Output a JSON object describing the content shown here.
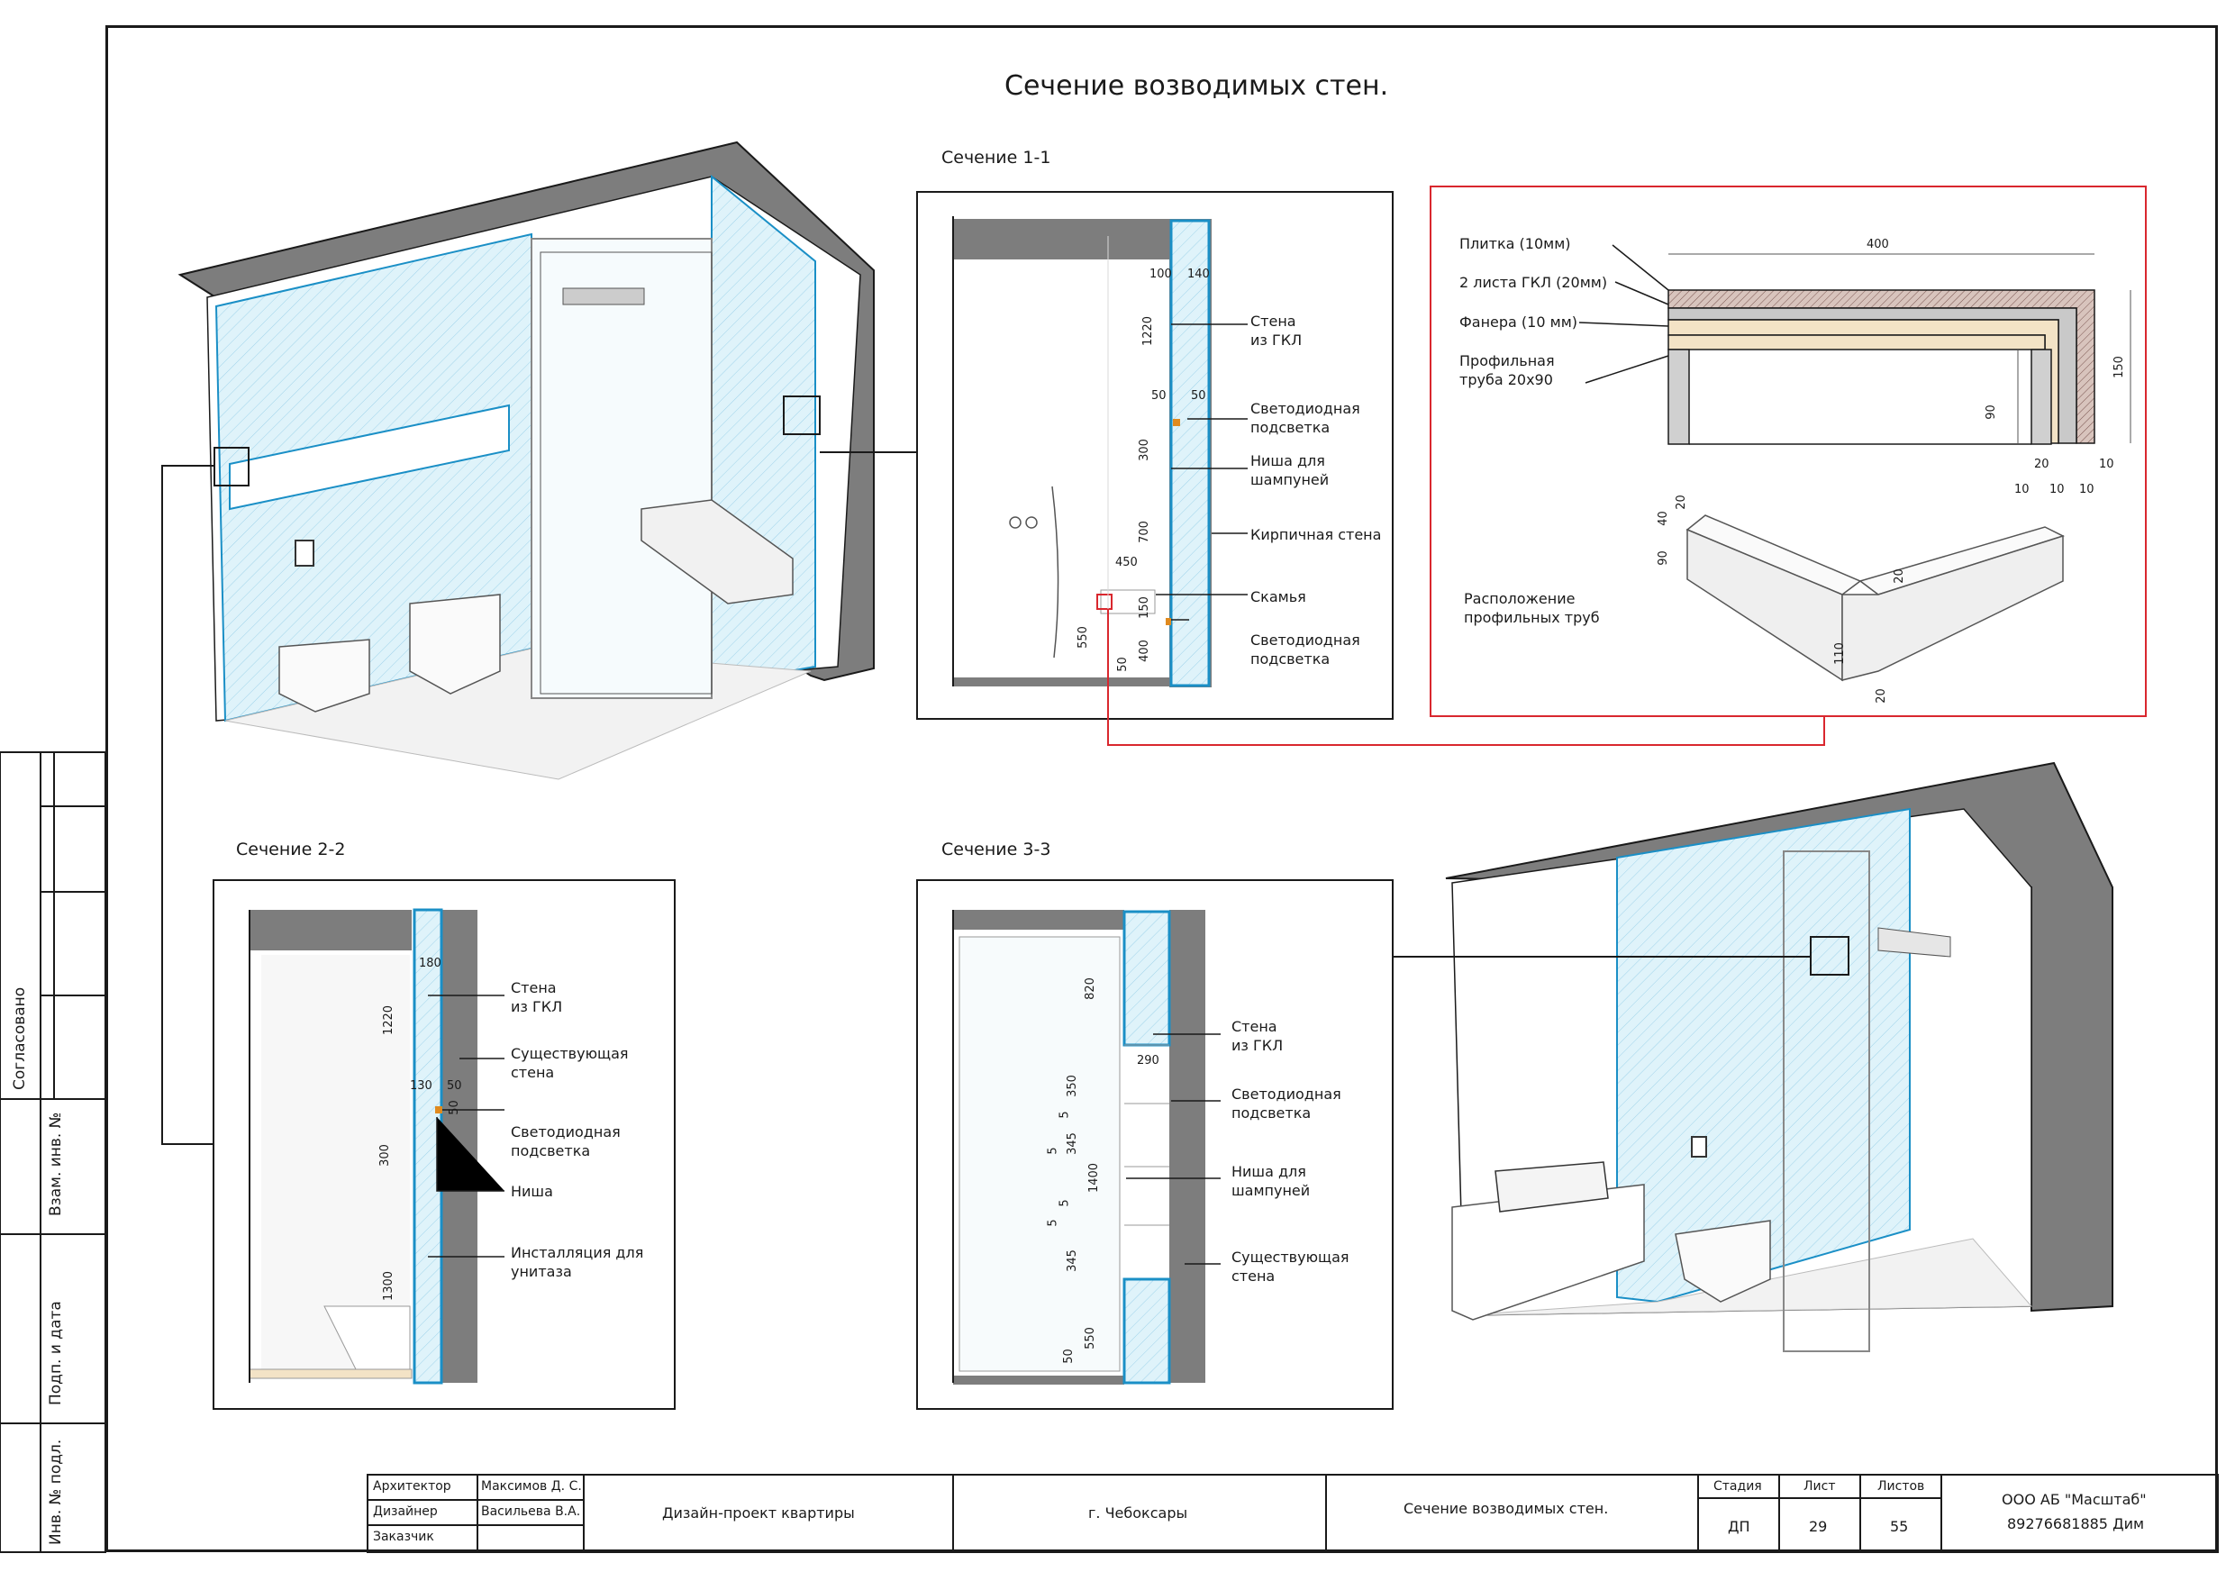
{
  "sheet": {
    "title": "Сечение возводимых стен."
  },
  "section_1": {
    "title": "Сечение 1-1",
    "dims": [
      "100",
      "140",
      "1220",
      "50",
      "50",
      "300",
      "700",
      "450",
      "150",
      "550",
      "400",
      "50"
    ],
    "callouts": [
      "Стена\nиз ГКЛ",
      "Светодиодная\nподсветка",
      "Ниша для\nшампуней",
      "Кирпичная стена",
      "Скамья",
      "Светодиодная\nподсветка"
    ]
  },
  "section_2": {
    "title": "Сечение 2-2",
    "dims": [
      "180",
      "1220",
      "130",
      "50",
      "50",
      "300",
      "1300"
    ],
    "callouts": [
      "Стена\nиз ГКЛ",
      "Существующая\nстена",
      "Светодиодная\nподсветка",
      "Ниша",
      "Инсталляция для\nунитаза"
    ]
  },
  "section_3": {
    "title": "Сечение 3-3",
    "dims": [
      "820",
      "290",
      "350",
      "5",
      "5",
      "345",
      "1400",
      "5",
      "5",
      "345",
      "550",
      "50"
    ],
    "callouts": [
      "Стена\nиз ГКЛ",
      "Светодиодная\nподсветка",
      "Ниша для\nшампуней",
      "Существующая\nстена"
    ]
  },
  "detail": {
    "layers": [
      "Плитка (10мм)",
      "2 листа ГКЛ (20мм)",
      "Фанера (10 мм)",
      "Профильная\nтруба 20х90"
    ],
    "dims": [
      "400",
      "150",
      "90",
      "20",
      "10",
      "10",
      "10",
      "10"
    ],
    "iso_dims": [
      "40",
      "20",
      "90",
      "20",
      "110",
      "20"
    ],
    "caption": "Расположение\nпрофильных труб"
  },
  "side_stamp": {
    "labels": [
      "Согласовано",
      "Взам. инв. №",
      "Подп. и дата",
      "Инв. № подл."
    ]
  },
  "title_block": {
    "roles": [
      "Архитектор",
      "Дизайнер",
      "Заказчик"
    ],
    "names": [
      "Максимов Д. С.",
      "Васильева В.А.",
      ""
    ],
    "project": "Дизайн-проект квартиры",
    "city": "г. Чебоксары",
    "sheet_name": "Сечение возводимых стен.",
    "stage_label": "Стадия",
    "sheet_label": "Лист",
    "sheets_label": "Листов",
    "stage": "ДП",
    "sheet_no": "29",
    "sheets_total": "55",
    "company": "ООО АБ \"Масштаб\"",
    "contact": "89276681885 Дим"
  },
  "colors": {
    "line": "#1a1a1a",
    "glass_blue": "#1a8fc6",
    "hatch_fill": "#dff3fa",
    "wall_gray": "#7a7a7a",
    "detail_red": "#d9272e",
    "led_orange": "#e08a1e"
  }
}
